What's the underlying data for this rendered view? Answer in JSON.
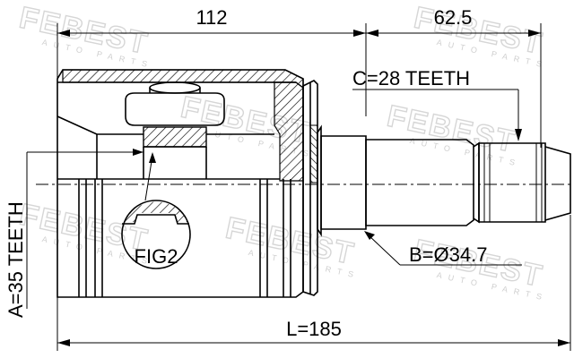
{
  "diagram": {
    "top_dim_left": "112",
    "top_dim_right": "62.5",
    "spline_c": "C=28 TEETH",
    "spline_a": "A=35 TEETH",
    "diameter_b": "B=Ø34.7",
    "length_l": "L=185",
    "fig_label": "FIG2"
  },
  "watermark": {
    "brand": "FEBEST",
    "sub": "AUTO PARTS"
  }
}
